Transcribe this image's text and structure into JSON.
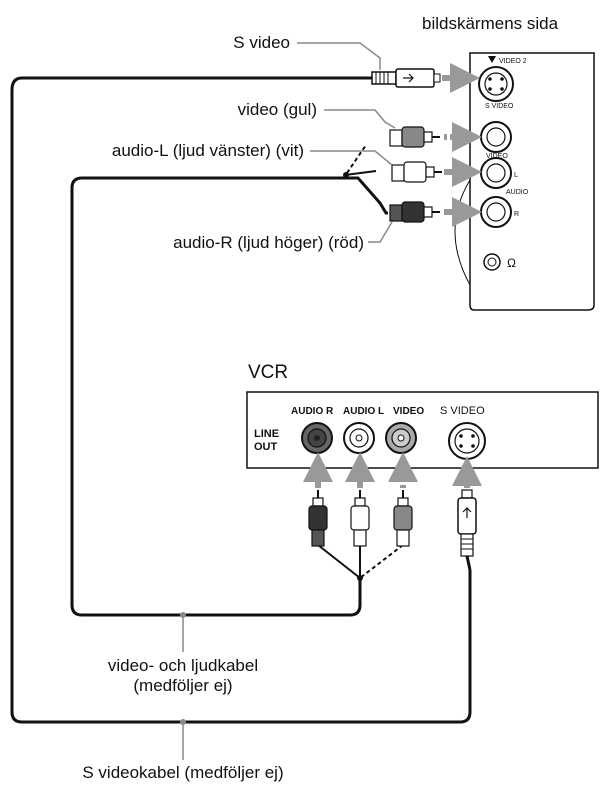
{
  "labels": {
    "monitor_side": "bildskärmens sida",
    "s_video": "S video",
    "video_yellow": "video (gul)",
    "audio_l": "audio-L (ljud vänster) (vit)",
    "audio_r": "audio-R (ljud höger) (röd)",
    "vcr": "VCR",
    "av_cable_line1": "video- och ljudkabel",
    "av_cable_line2": "(medföljer ej)",
    "s_video_cable": "S videokabel (medföljer ej)"
  },
  "monitor_panel": {
    "video2": "VIDEO 2",
    "s_video": "S VIDEO",
    "video": "VIDEO",
    "l": "L",
    "audio": "AUDIO",
    "r": "R",
    "headphone": "Ω"
  },
  "vcr_panel": {
    "audio_r": "AUDIO R",
    "audio_l": "AUDIO L",
    "video": "VIDEO",
    "s_video": "S VIDEO",
    "line": "LINE",
    "out": "OUT"
  },
  "icons": {
    "headphone_symbol": "headphone-icon",
    "plug_arrow": "arrow-icon"
  }
}
